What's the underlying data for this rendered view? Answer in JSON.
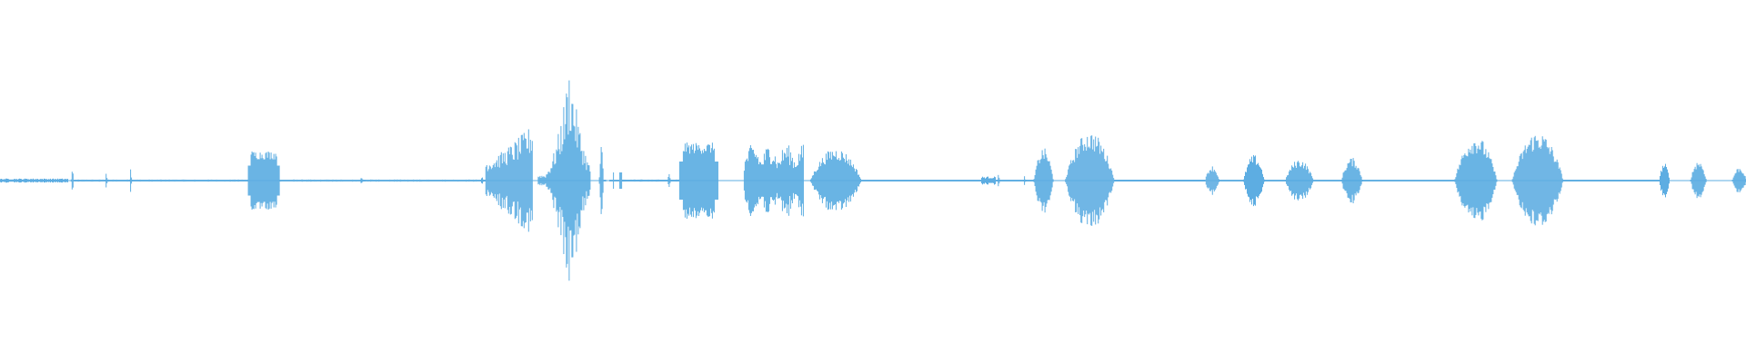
{
  "waveform": {
    "color": "#5dade2",
    "background": "#ffffff",
    "duration_fraction_note": "",
    "segments": [
      {
        "start": 0.0,
        "end": 0.039,
        "peak": 0.015,
        "shape": "flat"
      },
      {
        "start": 0.0405,
        "end": 0.043,
        "peak": 0.1,
        "shape": "spike"
      },
      {
        "start": 0.06,
        "end": 0.062,
        "peak": 0.06,
        "shape": "spike"
      },
      {
        "start": 0.074,
        "end": 0.076,
        "peak": 0.1,
        "shape": "spike"
      },
      {
        "start": 0.142,
        "end": 0.16,
        "peak": 0.22,
        "shape": "block"
      },
      {
        "start": 0.206,
        "end": 0.209,
        "peak": 0.03,
        "shape": "spike"
      },
      {
        "start": 0.275,
        "end": 0.278,
        "peak": 0.03,
        "shape": "spike"
      },
      {
        "start": 0.278,
        "end": 0.305,
        "peak": 0.42,
        "shape": "rise"
      },
      {
        "start": 0.308,
        "end": 0.338,
        "peak": 0.85,
        "shape": "diamond"
      },
      {
        "start": 0.343,
        "end": 0.347,
        "peak": 0.3,
        "shape": "spike"
      },
      {
        "start": 0.349,
        "end": 0.356,
        "peak": 0.06,
        "shape": "ticks"
      },
      {
        "start": 0.382,
        "end": 0.385,
        "peak": 0.06,
        "shape": "spike"
      },
      {
        "start": 0.389,
        "end": 0.411,
        "peak": 0.28,
        "shape": "block"
      },
      {
        "start": 0.426,
        "end": 0.46,
        "peak": 0.27,
        "shape": "bumpy"
      },
      {
        "start": 0.464,
        "end": 0.493,
        "peak": 0.24,
        "shape": "oval"
      },
      {
        "start": 0.562,
        "end": 0.57,
        "peak": 0.03,
        "shape": "flat"
      },
      {
        "start": 0.571,
        "end": 0.573,
        "peak": 0.07,
        "shape": "spike"
      },
      {
        "start": 0.586,
        "end": 0.588,
        "peak": 0.04,
        "shape": "spike"
      },
      {
        "start": 0.592,
        "end": 0.603,
        "peak": 0.24,
        "shape": "oval"
      },
      {
        "start": 0.61,
        "end": 0.638,
        "peak": 0.36,
        "shape": "oval"
      },
      {
        "start": 0.69,
        "end": 0.698,
        "peak": 0.11,
        "shape": "oval"
      },
      {
        "start": 0.712,
        "end": 0.724,
        "peak": 0.19,
        "shape": "oval"
      },
      {
        "start": 0.736,
        "end": 0.752,
        "peak": 0.16,
        "shape": "oval"
      },
      {
        "start": 0.768,
        "end": 0.78,
        "peak": 0.17,
        "shape": "oval"
      },
      {
        "start": 0.833,
        "end": 0.857,
        "peak": 0.33,
        "shape": "oval"
      },
      {
        "start": 0.866,
        "end": 0.895,
        "peak": 0.36,
        "shape": "oval"
      },
      {
        "start": 0.95,
        "end": 0.956,
        "peak": 0.13,
        "shape": "oval"
      },
      {
        "start": 0.968,
        "end": 0.977,
        "peak": 0.15,
        "shape": "oval"
      },
      {
        "start": 0.992,
        "end": 1.0,
        "peak": 0.1,
        "shape": "oval"
      }
    ],
    "gaps": [
      {
        "start": 0.043,
        "end": 0.142,
        "level": 0.008
      },
      {
        "start": 0.16,
        "end": 0.278,
        "level": 0.008
      },
      {
        "start": 0.356,
        "end": 0.389,
        "level": 0.008
      },
      {
        "start": 0.493,
        "end": 0.592,
        "level": 0.006
      },
      {
        "start": 0.638,
        "end": 0.69,
        "level": 0.004
      },
      {
        "start": 0.698,
        "end": 0.833,
        "level": 0.003
      },
      {
        "start": 0.895,
        "end": 0.95,
        "level": 0.003
      }
    ]
  }
}
